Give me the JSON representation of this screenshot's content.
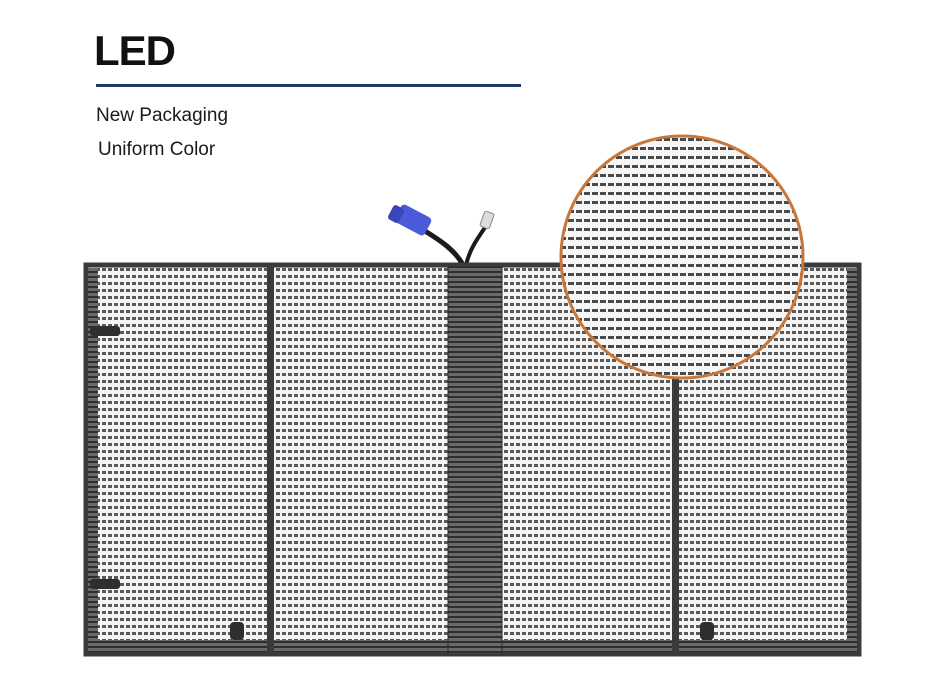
{
  "heading": {
    "title": "LED"
  },
  "features": [
    "New Packaging",
    "Uniform Color"
  ],
  "colors": {
    "title_text": "#111111",
    "divider": "#1f3a5f",
    "frame": "#3a3a3a",
    "led_strip": "#555555",
    "magnifier_ring": "#c8773a",
    "connector_blue": "#4a5ad8"
  }
}
